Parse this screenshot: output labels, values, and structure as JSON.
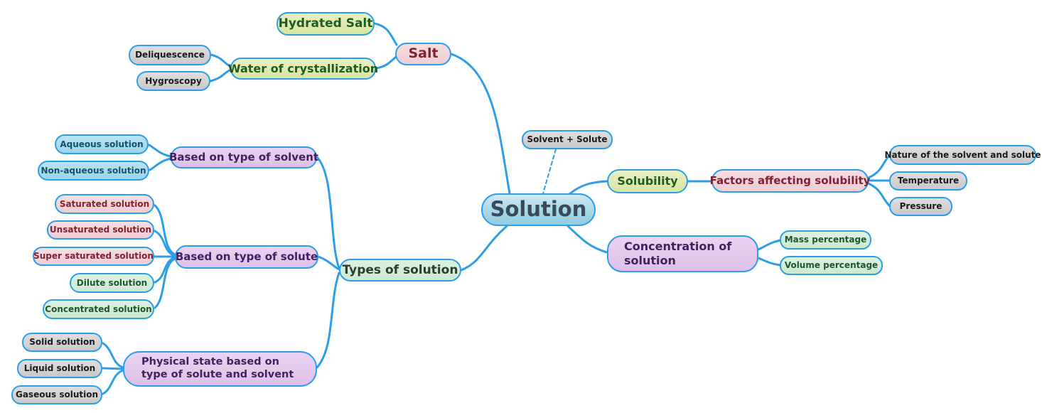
{
  "title": "Solution mind map",
  "colors": {
    "background": "#ffffff",
    "connector": "#2d9fe8",
    "node_border": "#2d9fe8",
    "center_fill": "#a9d8e7",
    "center_text": "#394a5c",
    "gray_fill": "#d3d3d3",
    "gray_text": "#1b1b1b",
    "yellow_green_fill": "#dfe9ae",
    "yellow_green_text": "#1f5c1f",
    "mint_fill": "#d6efda",
    "mint_text": "#1f5530",
    "pink_fill": "#f1d5d9",
    "pink_text": "#832031",
    "purple_fill": "#e6c9ee",
    "purple_text": "#42215f",
    "sky_blue_fill": "#a9dcef",
    "sky_blue_text": "#174e6d"
  },
  "nodes": {
    "solution": "Solution",
    "solvent_solute": "Solvent + Solute",
    "salt": "Salt",
    "hydrated_salt": "Hydrated Salt",
    "water_of_crystallization": "Water of crystallization",
    "deliquescence": "Deliquescence",
    "hygroscopy": "Hygroscopy",
    "solubility": "Solubility",
    "factors_affecting_solubility": "Factors affecting solubility",
    "nature_of_solvent_and_solute": "Nature of the solvent and solute",
    "temperature": "Temperature",
    "pressure": "Pressure",
    "concentration_of_solution": "Concentration of solution",
    "mass_percentage": "Mass percentage",
    "volume_percentage": "Volume percentage",
    "types_of_solution": "Types of solution",
    "based_on_type_of_solvent": "Based on type of solvent",
    "aqueous_solution": "Aqueous solution",
    "non_aqueous_solution": "Non-aqueous solution",
    "based_on_type_of_solute": "Based on type of solute",
    "saturated_solution": "Saturated solution",
    "unsaturated_solution": "Unsaturated solution",
    "super_saturated_solution": "Super saturated solution",
    "dilute_solution": "Dilute solution",
    "concentrated_solution": "Concentrated solution",
    "physical_state": "Physical state based on type of solute and solvent",
    "solid_solution": "Solid solution",
    "liquid_solution": "Liquid solution",
    "gaseous_solution": "Gaseous solution"
  },
  "edges": [
    [
      "solution",
      "salt"
    ],
    [
      "solution",
      "solvent_solute"
    ],
    [
      "solution",
      "solubility"
    ],
    [
      "solution",
      "concentration_of_solution"
    ],
    [
      "solution",
      "types_of_solution"
    ],
    [
      "salt",
      "hydrated_salt"
    ],
    [
      "salt",
      "water_of_crystallization"
    ],
    [
      "water_of_crystallization",
      "deliquescence"
    ],
    [
      "water_of_crystallization",
      "hygroscopy"
    ],
    [
      "solubility",
      "factors_affecting_solubility"
    ],
    [
      "factors_affecting_solubility",
      "nature_of_solvent_and_solute"
    ],
    [
      "factors_affecting_solubility",
      "temperature"
    ],
    [
      "factors_affecting_solubility",
      "pressure"
    ],
    [
      "concentration_of_solution",
      "mass_percentage"
    ],
    [
      "concentration_of_solution",
      "volume_percentage"
    ],
    [
      "types_of_solution",
      "based_on_type_of_solvent"
    ],
    [
      "types_of_solution",
      "based_on_type_of_solute"
    ],
    [
      "types_of_solution",
      "physical_state"
    ],
    [
      "based_on_type_of_solvent",
      "aqueous_solution"
    ],
    [
      "based_on_type_of_solvent",
      "non_aqueous_solution"
    ],
    [
      "based_on_type_of_solute",
      "saturated_solution"
    ],
    [
      "based_on_type_of_solute",
      "unsaturated_solution"
    ],
    [
      "based_on_type_of_solute",
      "super_saturated_solution"
    ],
    [
      "based_on_type_of_solute",
      "dilute_solution"
    ],
    [
      "based_on_type_of_solute",
      "concentrated_solution"
    ],
    [
      "physical_state",
      "solid_solution"
    ],
    [
      "physical_state",
      "liquid_solution"
    ],
    [
      "physical_state",
      "gaseous_solution"
    ]
  ]
}
